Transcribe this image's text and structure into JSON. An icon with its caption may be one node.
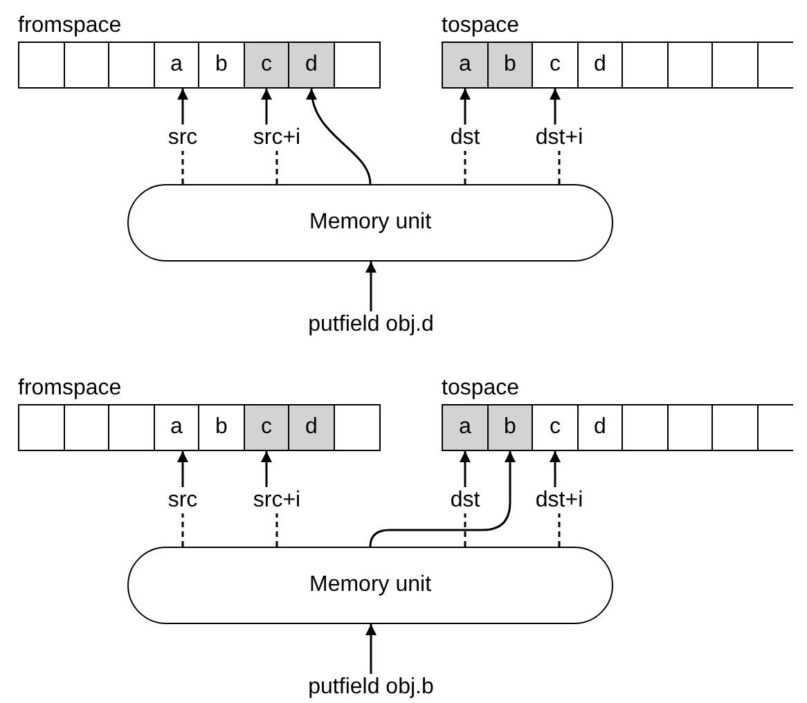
{
  "diagram": {
    "nodes": [
      {
        "text": [
          "fromspace"
        ]
      },
      {
        "text": [],
        "shape": "box",
        "in": 0
      },
      {
        "text": [],
        "shape": "box",
        "in": 0
      },
      {
        "text": [],
        "shape": "box",
        "in": 0
      },
      {
        "text": [
          "a"
        ],
        "in": 0
      },
      {
        "text": [
          "b"
        ],
        "in": 0
      },
      {
        "text": [
          "c"
        ],
        "in": 0
      },
      {
        "text": [
          "d"
        ],
        "in": 0
      },
      {
        "text": [],
        "shape": "box",
        "in": 0
      },
      {
        "text": [
          "tospace"
        ]
      },
      {
        "text": [
          "a"
        ],
        "in": 9
      },
      {
        "text": [
          "b"
        ],
        "in": 9
      },
      {
        "text": [
          "c"
        ],
        "in": 9
      },
      {
        "text": [
          "d"
        ],
        "in": 9
      },
      {
        "text": [],
        "shape": "box",
        "in": 9
      },
      {
        "text": [],
        "shape": "box",
        "in": 9
      },
      {
        "text": [],
        "shape": "box",
        "in": 9
      },
      {
        "text": [],
        "shape": "box",
        "in": 9
      },
      {
        "text": [
          "src"
        ]
      },
      {
        "text": [
          "src+i"
        ]
      },
      {
        "text": [
          "dst"
        ]
      },
      {
        "text": [
          "dst+i"
        ]
      },
      {
        "text": [
          "Memory unit"
        ]
      },
      {
        "text": [
          "putfield obj.d"
        ]
      },
      {
        "text": [
          "fromspace"
        ]
      },
      {
        "text": [],
        "shape": "box",
        "in": 24
      },
      {
        "text": [],
        "shape": "box",
        "in": 24
      },
      {
        "text": [],
        "shape": "box",
        "in": 24
      },
      {
        "text": [
          "a"
        ],
        "in": 24
      },
      {
        "text": [
          "b"
        ],
        "in": 24
      },
      {
        "text": [
          "c"
        ],
        "in": 24
      },
      {
        "text": [
          "d"
        ],
        "in": 24
      },
      {
        "text": [],
        "shape": "box",
        "in": 24
      },
      {
        "text": [
          "tospace"
        ]
      },
      {
        "text": [
          "a"
        ],
        "in": 33
      },
      {
        "text": [
          "b"
        ],
        "in": 33
      },
      {
        "text": [
          "c"
        ],
        "in": 33
      },
      {
        "text": [
          "d"
        ],
        "in": 33
      },
      {
        "text": [],
        "shape": "box",
        "in": 33
      },
      {
        "text": [],
        "shape": "box",
        "in": 33
      },
      {
        "text": [],
        "shape": "box",
        "in": 33
      },
      {
        "text": [],
        "shape": "box",
        "in": 33
      },
      {
        "text": [
          "src"
        ]
      },
      {
        "text": [
          "src+i"
        ]
      },
      {
        "text": [
          "dst"
        ]
      },
      {
        "text": [
          "dst+i"
        ]
      },
      {
        "text": [
          "Memory unit"
        ]
      },
      {
        "text": [
          "putfield obj.b"
        ]
      }
    ],
    "edges": [
      {
        "from": 18,
        "to": 4,
        "arrow": "to"
      },
      {
        "from": 22,
        "to": 18,
        "arrow": "none",
        "style": "dashed"
      },
      {
        "from": 19,
        "to": 6,
        "arrow": "to"
      },
      {
        "from": 22,
        "to": 19,
        "arrow": "none",
        "style": "dashed"
      },
      {
        "from": 20,
        "to": 10,
        "arrow": "to"
      },
      {
        "from": 22,
        "to": 20,
        "arrow": "none",
        "style": "dashed"
      },
      {
        "from": 21,
        "to": 12,
        "arrow": "to"
      },
      {
        "from": 22,
        "to": 21,
        "arrow": "none",
        "style": "dashed"
      },
      {
        "from": 22,
        "to": 7,
        "arrow": "to"
      },
      {
        "from": 23,
        "to": 22,
        "arrow": "to"
      },
      {
        "from": 42,
        "to": 28,
        "arrow": "to"
      },
      {
        "from": 46,
        "to": 42,
        "arrow": "none",
        "style": "dashed"
      },
      {
        "from": 43,
        "to": 30,
        "arrow": "to"
      },
      {
        "from": 46,
        "to": 43,
        "arrow": "none",
        "style": "dashed"
      },
      {
        "from": 44,
        "to": 34,
        "arrow": "to"
      },
      {
        "from": 46,
        "to": 44,
        "arrow": "none",
        "style": "dashed"
      },
      {
        "from": 45,
        "to": 36,
        "arrow": "to"
      },
      {
        "from": 46,
        "to": 45,
        "arrow": "none",
        "style": "dashed"
      },
      {
        "from": 46,
        "to": 35,
        "arrow": "to"
      },
      {
        "from": 47,
        "to": 46,
        "arrow": "to"
      }
    ]
  }
}
